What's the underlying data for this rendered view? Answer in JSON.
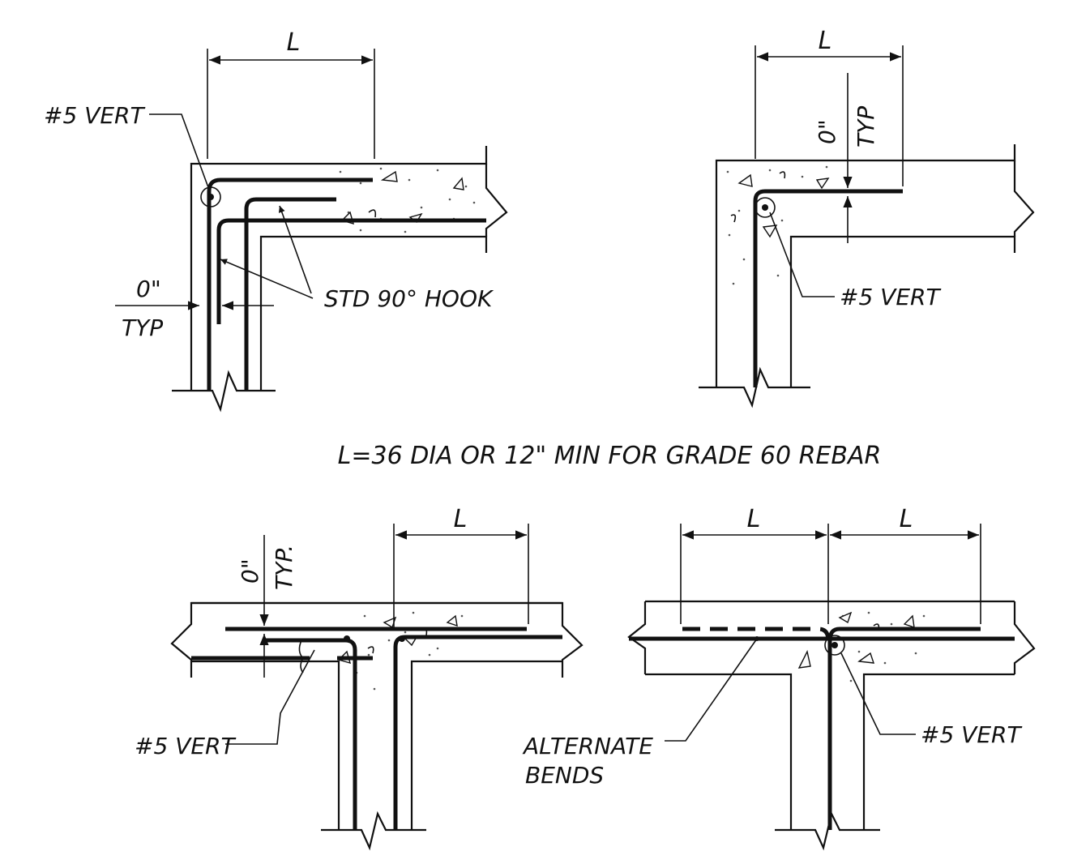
{
  "detail_1": {
    "dim_label": "L",
    "vert_label": "#5 VERT",
    "cover_value": "0\"",
    "cover_note": "TYP",
    "hook_label": "STD 90° HOOK"
  },
  "detail_2": {
    "dim_label": "L",
    "cover_value": "0\"",
    "cover_note": "TYP",
    "vert_label": "#5 VERT"
  },
  "note": "L=36 DIA OR 12\" MIN FOR GRADE 60 REBAR",
  "detail_3": {
    "dim_label": "L",
    "cover_value": "0\"",
    "cover_note": "TYP.",
    "vert_label": "#5 VERT"
  },
  "detail_4": {
    "dim_label_left": "L",
    "dim_label_right": "L",
    "bends_label_line1": "ALTERNATE",
    "bends_label_line2": "BENDS",
    "vert_label": "#5 VERT"
  },
  "colors": {
    "ink": "#111111",
    "paper": "#ffffff"
  }
}
